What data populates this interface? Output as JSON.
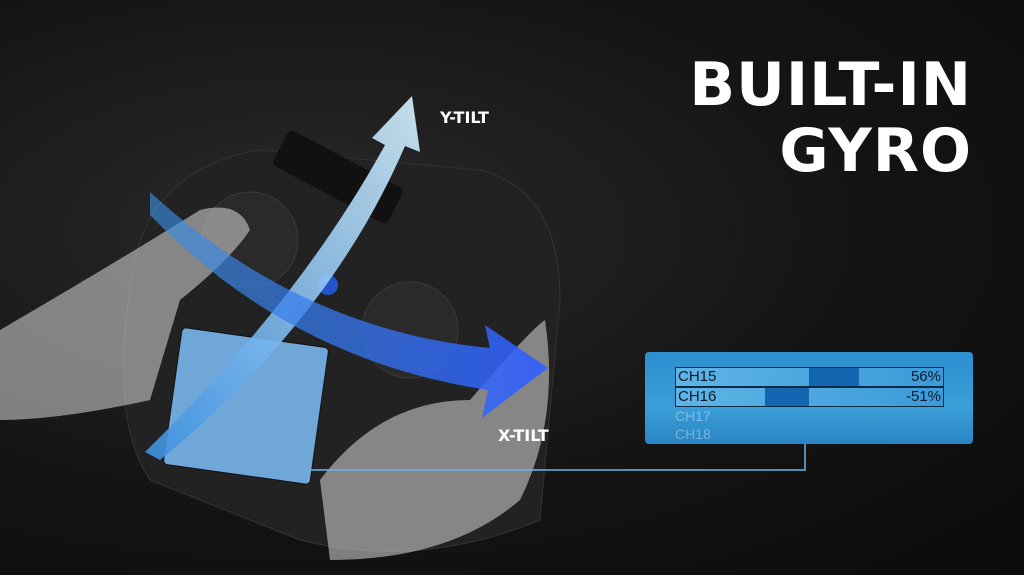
{
  "headline": {
    "line1": "BUILT-IN",
    "line2": "GYRO"
  },
  "labels": {
    "y_tilt": "Y-TILT",
    "x_tilt": "X-TILT"
  },
  "inset": {
    "channels": [
      {
        "name": "CH15",
        "value": "56%",
        "level": 0.56
      },
      {
        "name": "CH16",
        "value": "-51%",
        "level": -0.51
      }
    ],
    "faded_rows": [
      "CH17",
      "CH18"
    ]
  },
  "colors": {
    "arrow": "#3a7bff",
    "accent": "#2d8fd0",
    "background": "#141414"
  }
}
